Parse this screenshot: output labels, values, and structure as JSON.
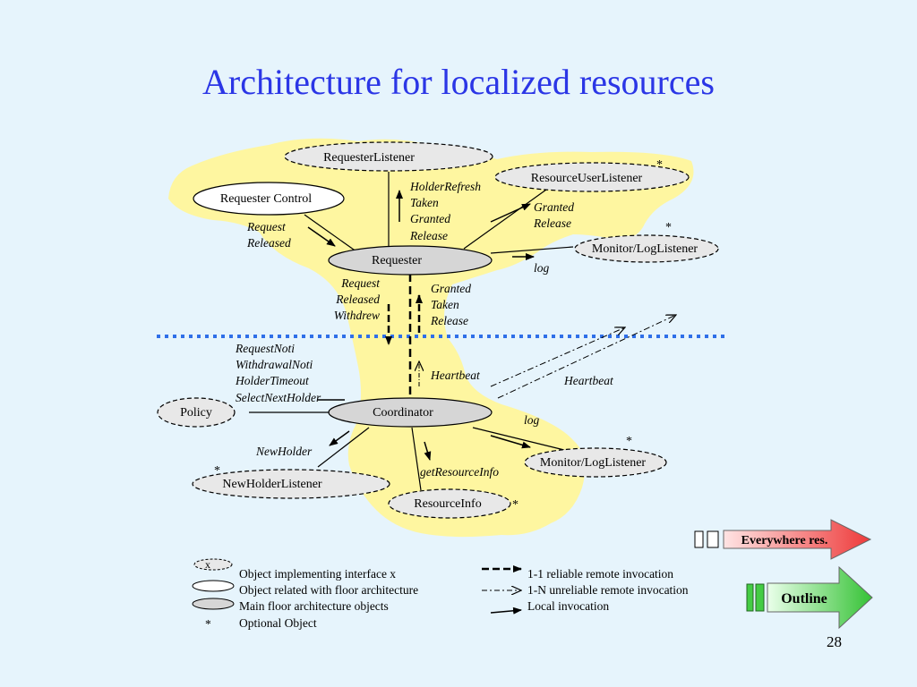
{
  "title": "Architecture for localized resources",
  "page_number": "28",
  "nodes": {
    "requester_listener": "RequesterListener",
    "resource_user_listener": "ResourceUserListener",
    "requester_control": "Requester Control",
    "requester": "Requester",
    "monitor_log_listener_top": "Monitor/LogListener",
    "policy": "Policy",
    "coordinator": "Coordinator",
    "monitor_log_listener_bottom": "Monitor/LogListener",
    "new_holder_listener": "NewHolderListener",
    "resource_info": "ResourceInfo"
  },
  "optional_marker": "*",
  "labels": {
    "holder_refresh": [
      "HolderRefresh",
      "Taken",
      "Granted",
      "Release"
    ],
    "granted_release_top": [
      "Granted",
      "Release"
    ],
    "request_released": [
      "Request",
      "Released"
    ],
    "log_top": "log",
    "request_released_withdrew": [
      "Request",
      "Released",
      "Withdrew"
    ],
    "granted_taken_release": [
      "Granted",
      "Taken",
      "Release"
    ],
    "coordinator_events": [
      "RequestNoti",
      "WithdrawalNoti",
      "HolderTimeout",
      "SelectNextHolder"
    ],
    "heartbeat_left": "Heartbeat",
    "heartbeat_right": "Heartbeat",
    "log_bottom": "log",
    "new_holder": "NewHolder",
    "get_resource_info": "getResourceInfo"
  },
  "legend": {
    "interface_marker": "x",
    "interface": "Object implementing interface x",
    "floor_related": "Object related with floor architecture",
    "main_objects": "Main floor architecture objects",
    "optional_marker": "*",
    "optional": "Optional Object",
    "reliable": "1-1 reliable remote invocation",
    "unreliable": "1-N unreliable remote invocation",
    "local": "Local invocation"
  },
  "nav": {
    "everywhere": "Everywhere res.",
    "outline": "Outline"
  },
  "colors": {
    "background": "#e6f4fc",
    "cloud": "#fef6a0",
    "title": "#2b36e6",
    "boundary": "#2f6fe8",
    "main_object_fill": "#d6d6d6",
    "interface_fill": "#e8e8e8",
    "nav_red": "#ee4444",
    "nav_green": "#3fbf3f"
  }
}
